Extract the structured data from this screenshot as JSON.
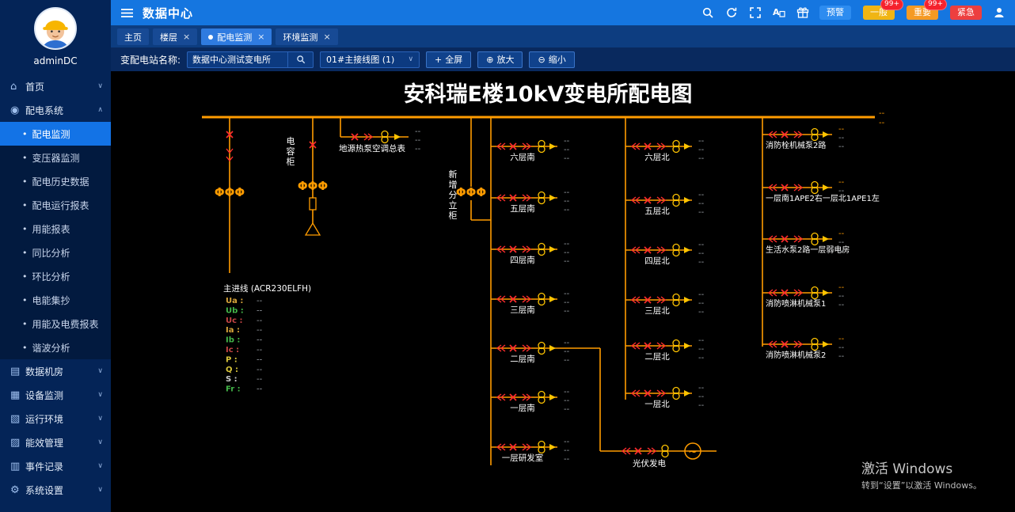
{
  "header": {
    "title": "数据中心",
    "alarms": [
      {
        "label": "预警",
        "count": "",
        "color": "#2d8cf0"
      },
      {
        "label": "一般",
        "count": "99+",
        "color": "#f0b514"
      },
      {
        "label": "重要",
        "count": "99+",
        "color": "#f59a23"
      },
      {
        "label": "紧急",
        "count": "",
        "color": "#ed3f3f"
      }
    ]
  },
  "tabs": [
    {
      "label": "主页",
      "closable": false,
      "active": false
    },
    {
      "label": "楼层",
      "closable": true,
      "active": false
    },
    {
      "label": "配电监测",
      "closable": true,
      "active": true
    },
    {
      "label": "环境监测",
      "closable": true,
      "active": false
    }
  ],
  "toolbar": {
    "station_label": "变配电站名称:",
    "station_value": "数据中心测试变电所",
    "diagram_select": "01#主接线图 (1)",
    "fullscreen_icon": "+",
    "btn_fullscreen": "全屏",
    "zoom_in_icon": "⊕",
    "btn_zoom_in": "放大",
    "zoom_out_icon": "⊖",
    "btn_zoom_out": "缩小"
  },
  "sidebar": {
    "username": "adminDC",
    "menu": [
      {
        "label": "首页",
        "icon": "home-icon",
        "expanded": false,
        "children": []
      },
      {
        "label": "配电系统",
        "icon": "power-icon",
        "expanded": true,
        "active_child": "配电监测",
        "children": [
          "配电监测",
          "变压器监测",
          "配电历史数据",
          "配电运行报表",
          "用能报表",
          "同比分析",
          "环比分析",
          "电能集抄",
          "用能及电费报表",
          "谐波分析"
        ]
      },
      {
        "label": "数据机房",
        "icon": "server-icon",
        "expanded": false,
        "children": []
      },
      {
        "label": "设备监测",
        "icon": "monitor-icon",
        "expanded": false,
        "children": []
      },
      {
        "label": "运行环境",
        "icon": "env-icon",
        "expanded": false,
        "children": []
      },
      {
        "label": "能效管理",
        "icon": "energy-icon",
        "expanded": false,
        "children": []
      },
      {
        "label": "事件记录",
        "icon": "event-icon",
        "expanded": false,
        "children": []
      },
      {
        "label": "系统设置",
        "icon": "settings-icon",
        "expanded": false,
        "children": []
      }
    ]
  },
  "glyphs": {
    "home-icon": "⌂",
    "power-icon": "◉",
    "server-icon": "▤",
    "monitor-icon": "▦",
    "env-icon": "▧",
    "energy-icon": "▨",
    "event-icon": "▥",
    "settings-icon": "⚙",
    "chevron-down": "∨",
    "chevron-up": "∧",
    "dot": "•"
  },
  "diagram": {
    "title": "安科瑞E楼10kV变电所配电图",
    "incoming_header": "主进线 (ACR230ELFH)",
    "cabinet_capacitor": "电容柜",
    "cabinet_new": "新增分立柜",
    "feeder_heat_pump": "地源热泵空调总表",
    "pv_label": "光伏发电",
    "south_feeders": [
      "六层南",
      "五层南",
      "四层南",
      "三层南",
      "二层南",
      "一层南",
      "一层研发室"
    ],
    "north_feeders": [
      "六层北",
      "五层北",
      "四层北",
      "三层北",
      "二层北",
      "一层北"
    ],
    "right_feeders": [
      "消防栓机械泵2路",
      "一层南1APE2右一层北1APE1左",
      "生活水泵2路一层弱电房",
      "消防喷淋机械泵1",
      "消防喷淋机械泵2"
    ],
    "measurements": [
      {
        "key": "Ua",
        "value": "--",
        "color": "#d9a53a"
      },
      {
        "key": "Ub",
        "value": "--",
        "color": "#43b649"
      },
      {
        "key": "Uc",
        "value": "--",
        "color": "#c64545"
      },
      {
        "key": "Ia",
        "value": "--",
        "color": "#d9a53a"
      },
      {
        "key": "Ib",
        "value": "--",
        "color": "#43b649"
      },
      {
        "key": "Ic",
        "value": "--",
        "color": "#c64545"
      },
      {
        "key": "P",
        "value": "--",
        "color": "#d9c53a"
      },
      {
        "key": "Q",
        "value": "--",
        "color": "#d9c53a"
      },
      {
        "key": "S",
        "value": "--",
        "color": "#c9c9c9"
      },
      {
        "key": "Fr",
        "value": "--",
        "color": "#43b649"
      }
    ],
    "value_placeholder": "--",
    "colors": {
      "bus": "#ff9c00",
      "symbol_red": "#ff2d2d",
      "symbol_yellow": "#ffc400",
      "text": "#ffffff",
      "value": "#9aa0a6"
    }
  },
  "watermark": {
    "line1": "激活 Windows",
    "line2": "转到“设置”以激活 Windows。"
  }
}
